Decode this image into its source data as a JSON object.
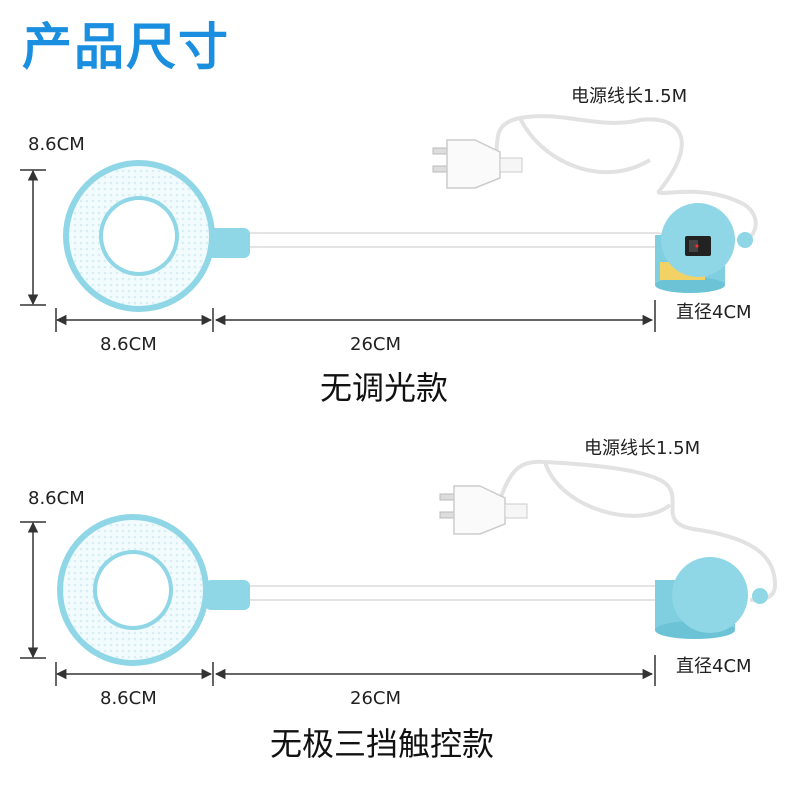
{
  "title": "产品尺寸",
  "variants": [
    {
      "cord_label": "电源线长1.5M",
      "height_label": "8.6CM",
      "head_width_label": "8.6CM",
      "arm_length_label": "26CM",
      "base_diameter_label": "直径4CM",
      "model_name": "无调光款"
    },
    {
      "cord_label": "电源线长1.5M",
      "height_label": "8.6CM",
      "head_width_label": "8.6CM",
      "arm_length_label": "26CM",
      "base_diameter_label": "直径4CM",
      "model_name": "无极三挡触控款"
    }
  ],
  "colors": {
    "title": "#1a8fe0",
    "lamp_body": "#8fd6e6",
    "lamp_face": "#f2fbfd",
    "arm": "#ffffff",
    "cord": "#e8e8e8",
    "dimension_line": "#333333"
  }
}
